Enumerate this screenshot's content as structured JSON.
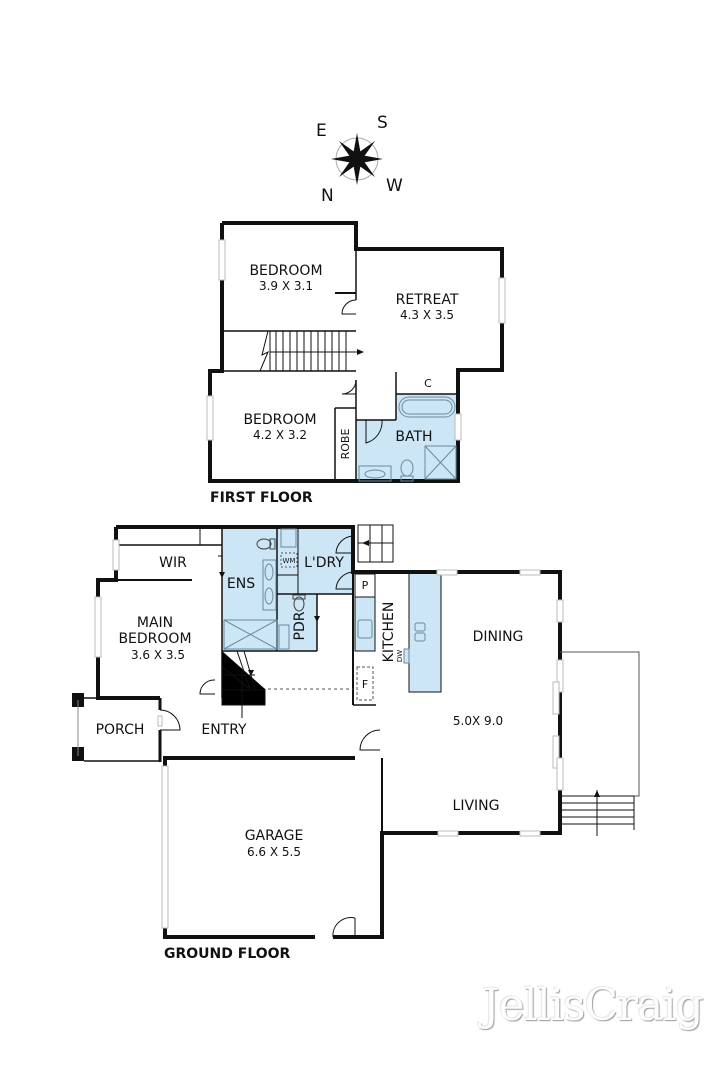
{
  "compass": {
    "labels": {
      "e": "E",
      "s": "S",
      "n": "N",
      "w": "W"
    }
  },
  "first_floor": {
    "title": "FIRST FLOOR",
    "rooms": {
      "bedroom1": {
        "name": "BEDROOM",
        "dims": "3.9 X 3.1"
      },
      "retreat": {
        "name": "RETREAT",
        "dims": "4.3 X 3.5"
      },
      "bedroom2": {
        "name": "BEDROOM",
        "dims": "4.2 X 3.2"
      },
      "robe": {
        "name": "ROBE"
      },
      "bath": {
        "name": "BATH"
      },
      "cupboard": {
        "name": "C"
      }
    }
  },
  "ground_floor": {
    "title": "GROUND FLOOR",
    "rooms": {
      "wir": {
        "name": "WIR"
      },
      "ens": {
        "name": "ENS"
      },
      "wm": {
        "name": "WM"
      },
      "laundry": {
        "name": "L'DRY"
      },
      "pdr": {
        "name": "PDR"
      },
      "pantry": {
        "name": "P"
      },
      "kitchen": {
        "name": "KITCHEN"
      },
      "dw": {
        "name": "DW"
      },
      "fridge": {
        "name": "F"
      },
      "main_bedroom": {
        "name_line1": "MAIN",
        "name_line2": "BEDROOM",
        "dims": "3.6 X 3.5"
      },
      "dining": {
        "name": "DINING"
      },
      "living_dining_dims": "5.0X 9.0",
      "living": {
        "name": "LIVING"
      },
      "porch": {
        "name": "PORCH"
      },
      "entry": {
        "name": "ENTRY"
      },
      "garage": {
        "name": "GARAGE",
        "dims": "6.6 X 5.5"
      }
    }
  },
  "brand": {
    "logo": "JellisCraig"
  },
  "colors": {
    "wet_area": "#cce6f6",
    "wall": "#111111",
    "window": "#bdbdbd"
  }
}
